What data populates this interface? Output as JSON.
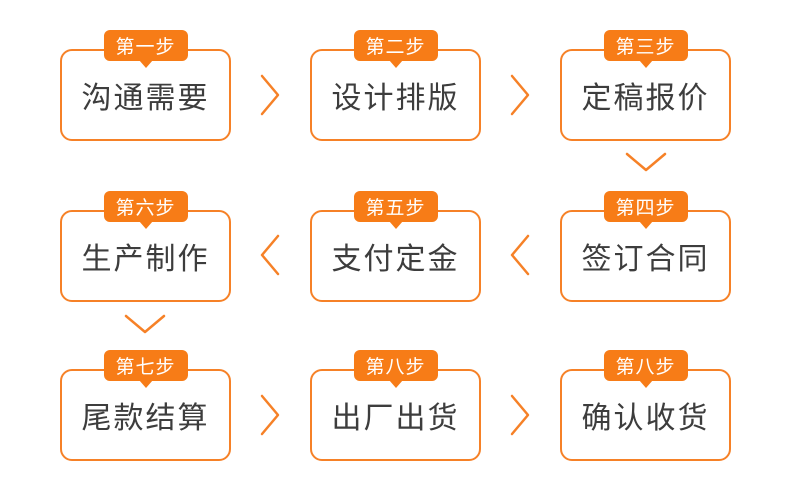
{
  "colors": {
    "badge_bg": "#f77c17",
    "box_border": "#f68127",
    "label_text": "#3d3d3d",
    "badge_text": "#ffffff",
    "arrow": "#f68127",
    "background": "#ffffff"
  },
  "steps": [
    {
      "badge": "第一步",
      "label": "沟通需要"
    },
    {
      "badge": "第二步",
      "label": "设计排版"
    },
    {
      "badge": "第三步",
      "label": "定稿报价"
    },
    {
      "badge": "第四步",
      "label": "签订合同"
    },
    {
      "badge": "第五步",
      "label": "支付定金"
    },
    {
      "badge": "第六步",
      "label": "生产制作"
    },
    {
      "badge": "第七步",
      "label": "尾款结算"
    },
    {
      "badge": "第八步",
      "label": "出厂出货"
    },
    {
      "badge": "第八步",
      "label": "确认收货"
    }
  ],
  "icons": {
    "right_arrow": "chevron-right",
    "left_arrow": "chevron-left",
    "down_arrow": "chevron-down"
  }
}
